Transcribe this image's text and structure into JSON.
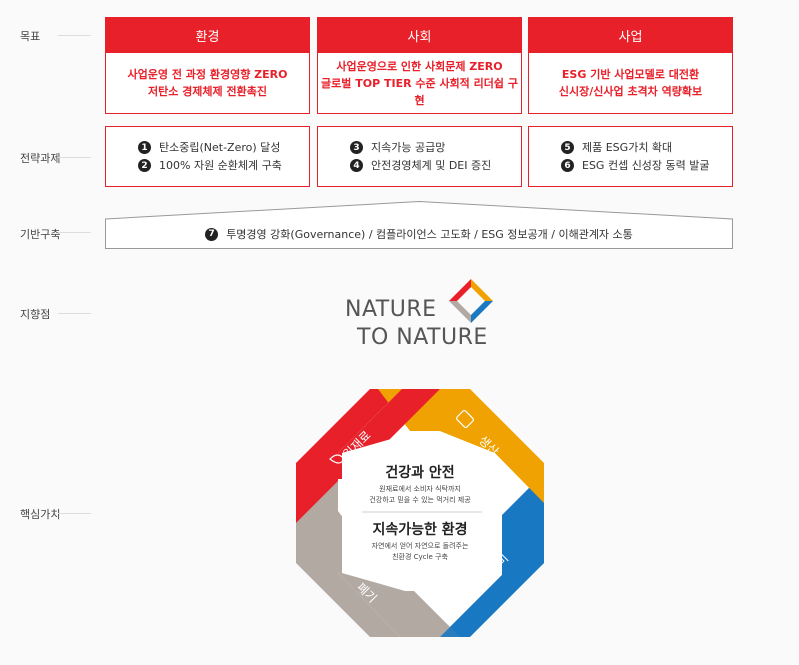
{
  "rows": {
    "goal": "목표",
    "strategy": "전략과제",
    "foundation": "기반구축",
    "direction": "지향점",
    "core_value": "핵심가치"
  },
  "goals": [
    {
      "title": "환경",
      "line1": "사업운영 전 과정 환경영향 ZERO",
      "line2": "저탄소 경제체제 전환촉진"
    },
    {
      "title": "사회",
      "line1": "사업운영으로 인한 사회문제 ZERO",
      "line2": "글로벌 TOP TIER 수준 사회적 리더쉽 구현"
    },
    {
      "title": "사업",
      "line1": "ESG 기반 사업모델로 대전환",
      "line2": "신시장/신사업 초격차 역량확보"
    }
  ],
  "tasks": [
    [
      {
        "num": "1",
        "text": "탄소중립(Net-Zero) 달성"
      },
      {
        "num": "2",
        "text": "100% 자원 순환체계 구축"
      }
    ],
    [
      {
        "num": "3",
        "text": "지속가능 공급망"
      },
      {
        "num": "4",
        "text": "안전경영체계 및 DEI 증진"
      }
    ],
    [
      {
        "num": "5",
        "text": "제품 ESG가치 확대"
      },
      {
        "num": "6",
        "text": "ESG 컨셉 신성장 동력 발굴"
      }
    ]
  ],
  "foundation": {
    "num": "7",
    "text": "투명경영 강화(Governance) / 컴플라이언스 고도화 / ESG 정보공개 / 이해관계자 소통"
  },
  "logo": {
    "line1": "NATURE",
    "line2": "TO NATURE"
  },
  "core": {
    "title1": "건강과 안전",
    "sub1a": "원재료에서 소비자 식탁까지",
    "sub1b": "건강하고 믿을 수 있는 먹거리 제공",
    "title2": "지속가능한 환경",
    "sub2a": "자연에서 얻어 자연으로 돌려주는",
    "sub2b": "친환경 Cycle 구축",
    "segments": {
      "raw": "원재료",
      "production": "생산",
      "consumption": "소비",
      "disposal": "폐기"
    }
  },
  "colors": {
    "red": "#e8202a",
    "orange": "#f0a202",
    "blue": "#1a78c2",
    "gray": "#b3a9a3"
  }
}
